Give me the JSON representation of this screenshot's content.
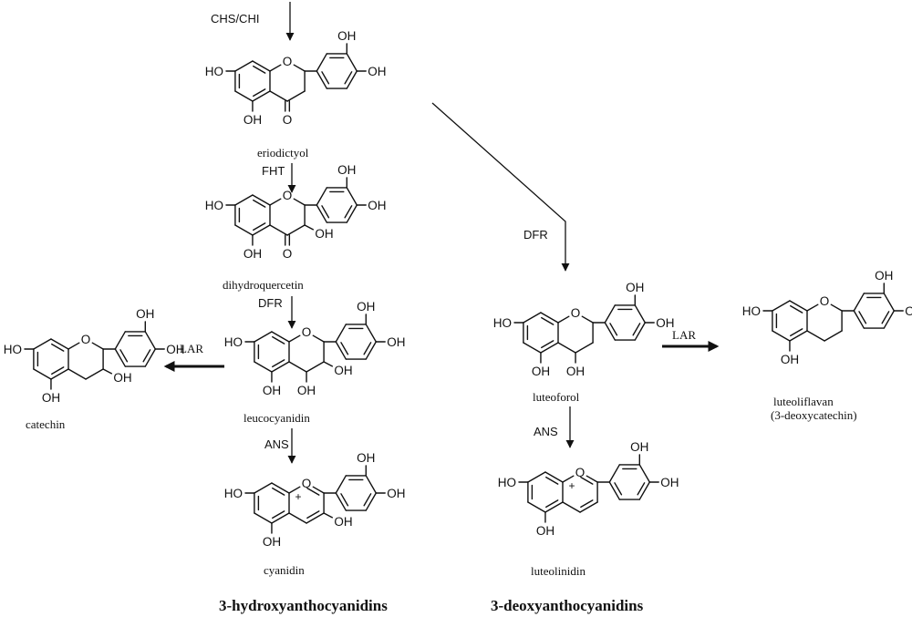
{
  "enzymes": {
    "chs_chi": "CHS/CHI",
    "fht": "FHT",
    "dfr_left": "DFR",
    "dfr_right": "DFR",
    "lar_left": "LAR",
    "lar_right": "LAR",
    "ans_left": "ANS",
    "ans_right": "ANS"
  },
  "compounds": {
    "eriodictyol": "eriodictyol",
    "dihydroquercetin": "dihydroquercetin",
    "leucocyanidin": "leucocyanidin",
    "catechin": "catechin",
    "cyanidin": "cyanidin",
    "luteoforol": "luteoforol",
    "luteoliflavan": "luteoliflavan",
    "luteoliflavan_alt": "(3-deoxycatechin)",
    "luteolinidin": "luteolinidin"
  },
  "groups": {
    "hydroxy": "3-hydroxyanthocyanidins",
    "deoxy": "3-deoxyanthocyanidins"
  },
  "atoms": {
    "oh": "OH",
    "ho": "HO",
    "o": "O",
    "charge": "+"
  }
}
